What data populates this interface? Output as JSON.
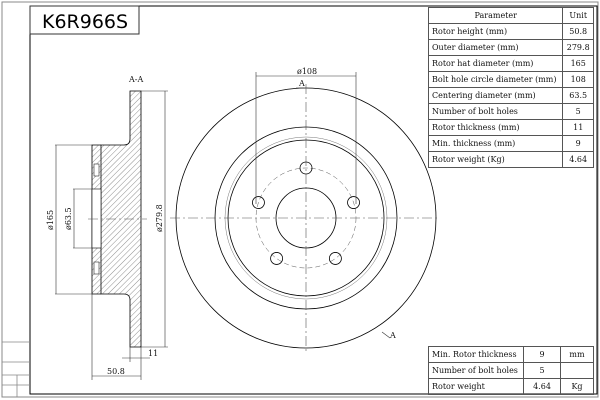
{
  "title": "K6R966S",
  "section_label": "A-A",
  "section_marker": "A",
  "dimensions": {
    "hat_diameter": "ø165",
    "centering_diameter": "ø63.5",
    "outer_diameter": "ø279.8",
    "thickness": "11",
    "height": "50.8",
    "bolt_circle": "ø108"
  },
  "spec_table": {
    "headers": [
      "Parameter",
      "Unit"
    ],
    "rows": [
      [
        "Rotor height (mm)",
        "50.8"
      ],
      [
        "Outer diameter (mm)",
        "279.8"
      ],
      [
        "Rotor hat diameter (mm)",
        "165"
      ],
      [
        "Bolt hole circle diameter (mm)",
        "108"
      ],
      [
        "Centering diameter (mm)",
        "63.5"
      ],
      [
        "Number of bolt holes",
        "5"
      ],
      [
        "Rotor thickness (mm)",
        "11"
      ],
      [
        "Min. thickness (mm)",
        "9"
      ],
      [
        "Rotor weight (Kg)",
        "4.64"
      ]
    ]
  },
  "summary_table": {
    "rows": [
      [
        "Min. Rotor thickness",
        "9",
        "mm"
      ],
      [
        "Number of bolt holes",
        "5",
        ""
      ],
      [
        "Rotor weight",
        "4.64",
        "Kg"
      ]
    ]
  },
  "bolt_hole_count": 5
}
